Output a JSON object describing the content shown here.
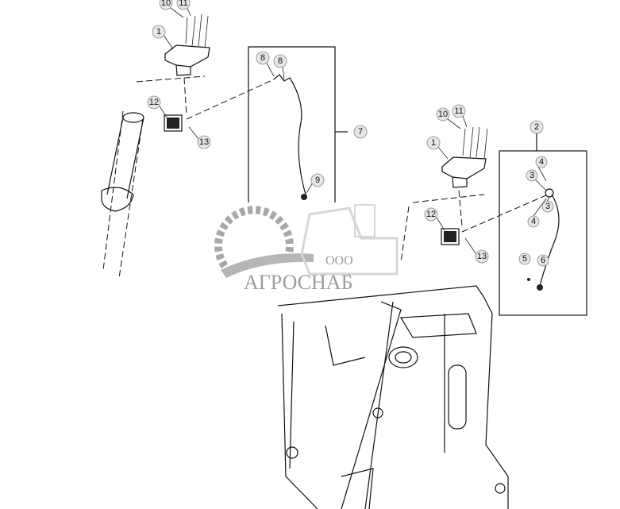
{
  "diagram": {
    "callouts_left": [
      "10",
      "11",
      "1",
      "12",
      "13"
    ],
    "callouts_box7": [
      "8",
      "8",
      "7",
      "9"
    ],
    "callouts_right": [
      "10",
      "11",
      "1",
      "12",
      "13",
      "2"
    ],
    "callouts_box2": [
      "4",
      "3",
      "3",
      "4",
      "5",
      "6"
    ]
  },
  "watermark": {
    "prefix": "ООО",
    "name": "АГРОСНАБ",
    "color": "#8c8c8c"
  }
}
